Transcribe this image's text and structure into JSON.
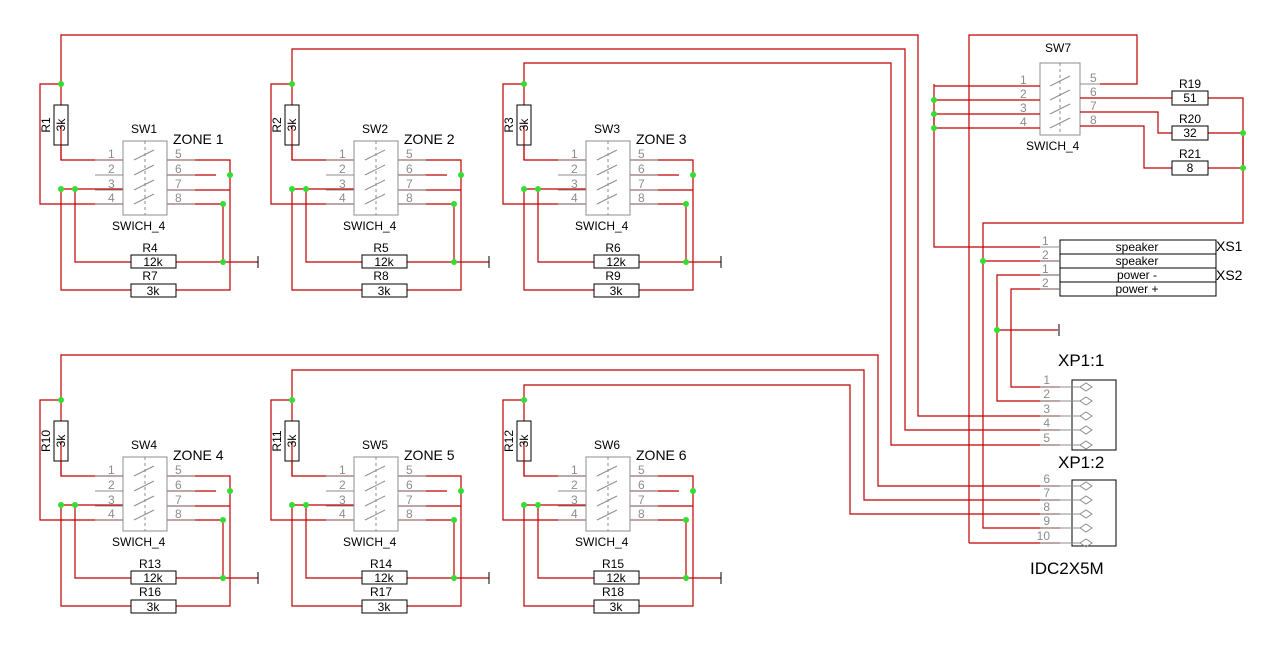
{
  "zones": [
    {
      "sw": "SW1",
      "zone": "ZONE 1",
      "r_up": "R1",
      "r_mid": "R4",
      "r_low": "R7"
    },
    {
      "sw": "SW2",
      "zone": "ZONE 2",
      "r_up": "R2",
      "r_mid": "R5",
      "r_low": "R8"
    },
    {
      "sw": "SW3",
      "zone": "ZONE 3",
      "r_up": "R3",
      "r_mid": "R6",
      "r_low": "R9"
    },
    {
      "sw": "SW4",
      "zone": "ZONE 4",
      "r_up": "R10",
      "r_mid": "R13",
      "r_low": "R16"
    },
    {
      "sw": "SW5",
      "zone": "ZONE 5",
      "r_up": "R11",
      "r_mid": "R14",
      "r_low": "R17"
    },
    {
      "sw": "SW6",
      "zone": "ZONE 6",
      "r_up": "R12",
      "r_mid": "R15",
      "r_low": "R18"
    }
  ],
  "values": {
    "r_up": "3k",
    "r_mid": "12k",
    "r_low": "3k"
  },
  "switch_type": "SWICH_4",
  "switch_pins": [
    "1",
    "2",
    "3",
    "4",
    "5",
    "6",
    "7",
    "8"
  ],
  "sw7": {
    "name": "SW7",
    "type": "SWICH_4",
    "resistors": [
      {
        "name": "R19",
        "value": "51"
      },
      {
        "name": "R20",
        "value": "32"
      },
      {
        "name": "R21",
        "value": "8"
      }
    ]
  },
  "terminals": {
    "xs1": {
      "name": "XS1",
      "pins": [
        "1",
        "2"
      ],
      "labels": [
        "speaker",
        "speaker"
      ]
    },
    "xs2": {
      "name": "XS2",
      "pins": [
        "1",
        "2"
      ],
      "labels": [
        "power -",
        "power +"
      ]
    }
  },
  "connector": {
    "part1": "XP1:1",
    "part2": "XP1:2",
    "type": "IDC2X5M",
    "pins1": [
      "1",
      "2",
      "3",
      "4",
      "5"
    ],
    "pins2": [
      "6",
      "7",
      "8",
      "9",
      "10"
    ]
  }
}
